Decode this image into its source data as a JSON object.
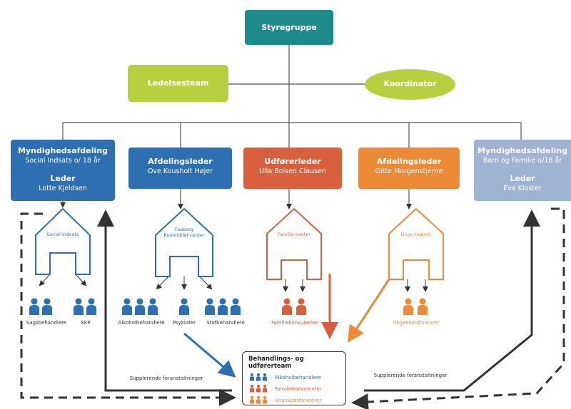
{
  "top": {
    "label": "Styregruppe",
    "color": "#1f8a8c"
  },
  "ledelse": {
    "label": "Ledelsesteam",
    "color": "#b8cf3f"
  },
  "koordinator": {
    "label": "Koordinator",
    "color": "#b8cf3f"
  },
  "units": [
    {
      "title": "Myndighedsafdeling",
      "sub": "Social Indsats o/ 18 år",
      "role": "Leder",
      "name": "Lotte Kjeldsen",
      "color": "#2e6fb1"
    },
    {
      "title": "Afdelingsleder",
      "sub": "Ove Kousholt Højer",
      "color": "#2e6fb1"
    },
    {
      "title": "Udførerleder",
      "sub": "Ulla Boisen Clausen",
      "color": "#d9603f"
    },
    {
      "title": "Afdelingsleder",
      "sub": "Gitte Morgenstjerne",
      "color": "#ec8a38"
    },
    {
      "title": "Myndighedsafdeling",
      "sub": "Barn og Familie u/18 år",
      "role": "Leder",
      "name": "Eva Kloster",
      "color": "#9fb4d3"
    }
  ],
  "houses": [
    {
      "label": "Social indsats",
      "color": "#2e6fb1"
    },
    {
      "label": "Faaborg Rusmiddel-center",
      "color": "#2e6fb1"
    },
    {
      "label": "Familie-center",
      "color": "#d9603f"
    },
    {
      "label": "Unge-teamet",
      "color": "#ec8a38"
    }
  ],
  "people_labels": {
    "sagsbehandlere": "Sagsbehandlere",
    "skp": "SKP",
    "alkohol": "Alkoholbehandlere",
    "psykiater": "Psykiater",
    "stof": "Stofbehandlere",
    "familie": "Familiekonsulenter",
    "unge": "Ungekoordinatorer"
  },
  "team": {
    "title": "Behandlings- og udførerteam",
    "rows": [
      {
        "text": "- Alkoholbehandlere",
        "color": "#2e6fb1"
      },
      {
        "text": "- Familiekonsulenter",
        "color": "#d9603f"
      },
      {
        "text": "- Ungekoordinatorer",
        "color": "#ec8a38"
      }
    ]
  },
  "supp_left": "Supplerende foranstaltninger",
  "supp_right": "Supplerende foranstaltninger"
}
